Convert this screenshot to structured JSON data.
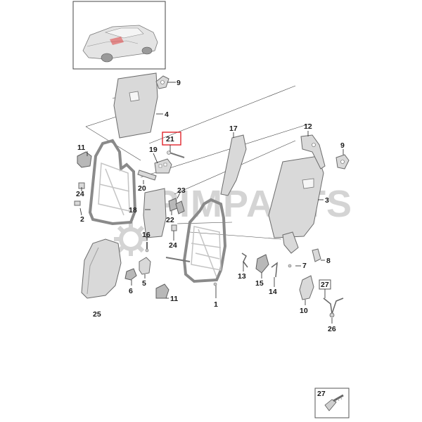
{
  "watermark": "PIMPARTS",
  "highlighted_label": "21",
  "labels": [
    {
      "id": "1",
      "text": "1"
    },
    {
      "id": "2",
      "text": "2"
    },
    {
      "id": "3",
      "text": "3"
    },
    {
      "id": "4",
      "text": "4"
    },
    {
      "id": "5",
      "text": "5"
    },
    {
      "id": "6",
      "text": "6"
    },
    {
      "id": "7",
      "text": "7"
    },
    {
      "id": "8",
      "text": "8"
    },
    {
      "id": "9a",
      "text": "9"
    },
    {
      "id": "9b",
      "text": "9"
    },
    {
      "id": "10",
      "text": "10"
    },
    {
      "id": "11a",
      "text": "11"
    },
    {
      "id": "11b",
      "text": "11"
    },
    {
      "id": "12",
      "text": "12"
    },
    {
      "id": "13",
      "text": "13"
    },
    {
      "id": "14",
      "text": "14"
    },
    {
      "id": "15",
      "text": "15"
    },
    {
      "id": "16",
      "text": "16"
    },
    {
      "id": "17",
      "text": "17"
    },
    {
      "id": "18",
      "text": "18"
    },
    {
      "id": "19",
      "text": "19"
    },
    {
      "id": "20",
      "text": "20"
    },
    {
      "id": "21",
      "text": "21"
    },
    {
      "id": "22",
      "text": "22"
    },
    {
      "id": "23",
      "text": "23"
    },
    {
      "id": "24a",
      "text": "24"
    },
    {
      "id": "24b",
      "text": "24"
    },
    {
      "id": "25",
      "text": "25"
    },
    {
      "id": "26",
      "text": "26"
    },
    {
      "id": "27a",
      "text": "27"
    },
    {
      "id": "27b",
      "text": "27"
    }
  ],
  "colors": {
    "highlight_box": "#e0242c",
    "part_fill": "#d9d9d9",
    "outline": "#6b6b6b",
    "watermark": "#d4d4d4"
  },
  "icons": {
    "vehicle": "car-thumbnail-icon",
    "watermark_gear": "gear-icon",
    "fastener": "bolt-icon"
  }
}
